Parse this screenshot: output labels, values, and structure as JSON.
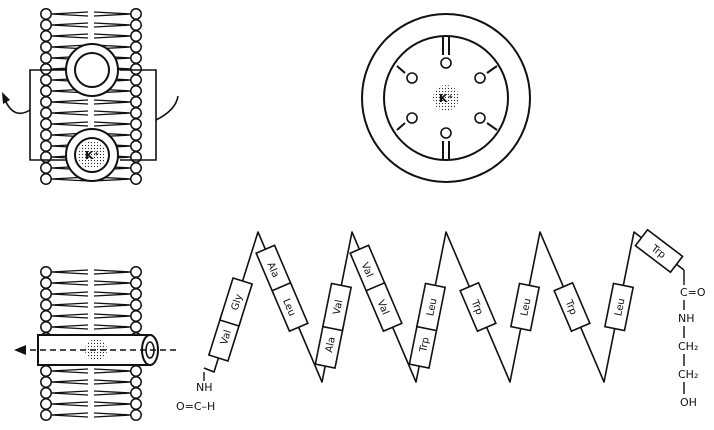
{
  "ion_label": "K⁺",
  "channel_ion_label": "K⁺",
  "peptide": {
    "residues": [
      "Val",
      "Gly",
      "Ala",
      "Leu",
      "Ala",
      "Val",
      "Val",
      "Val",
      "Trp",
      "Leu",
      "Trp",
      "Leu",
      "Trp",
      "Leu",
      "Trp"
    ],
    "n_terminus": {
      "nh": "NH",
      "formyl": "O=C–H"
    },
    "c_terminus": {
      "co": "C=O",
      "nh": "NH",
      "ch2_a": "CH₂",
      "ch2_b": "CH₂",
      "oh": "OH"
    }
  }
}
